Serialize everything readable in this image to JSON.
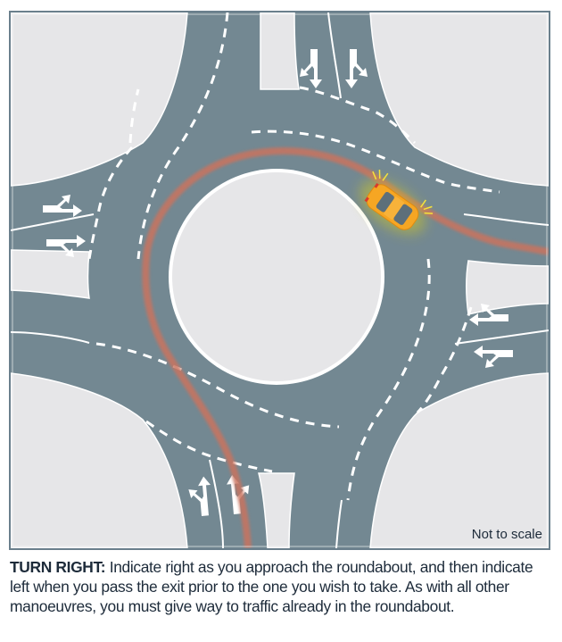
{
  "diagram": {
    "title": "Roundabout turn right diagram",
    "scale_note": "Not to scale",
    "colors": {
      "frame": "#6a7f8c",
      "road": "#738892",
      "land": "#e6e6e8",
      "marking": "#ffffff",
      "path": "#c9735e",
      "car": "#f6a623",
      "glow": "#c9c22a",
      "text": "#1d2b3a"
    },
    "approaches": [
      {
        "name": "south",
        "lane_arrows": [
          "straight-left",
          "straight-right"
        ]
      },
      {
        "name": "west",
        "lane_arrows": [
          "straight-left",
          "straight-right"
        ]
      },
      {
        "name": "north",
        "lane_arrows": [
          "straight-right",
          "straight-left"
        ]
      },
      {
        "name": "east",
        "lane_arrows": [
          "straight-right",
          "straight-left"
        ]
      }
    ],
    "vehicle": {
      "type": "car",
      "color": "orange",
      "indicator": "left",
      "position": "exiting east"
    },
    "path_description": "enters from south, circulates clockwise via west and north, exits east"
  },
  "caption": {
    "lead": "TURN RIGHT:",
    "body": " Indicate right as you approach the roundabout, and then indicate left when you pass the exit prior to the one you wish to take. As with all other manoeuvres, you must give way to traffic already in the roundabout."
  }
}
